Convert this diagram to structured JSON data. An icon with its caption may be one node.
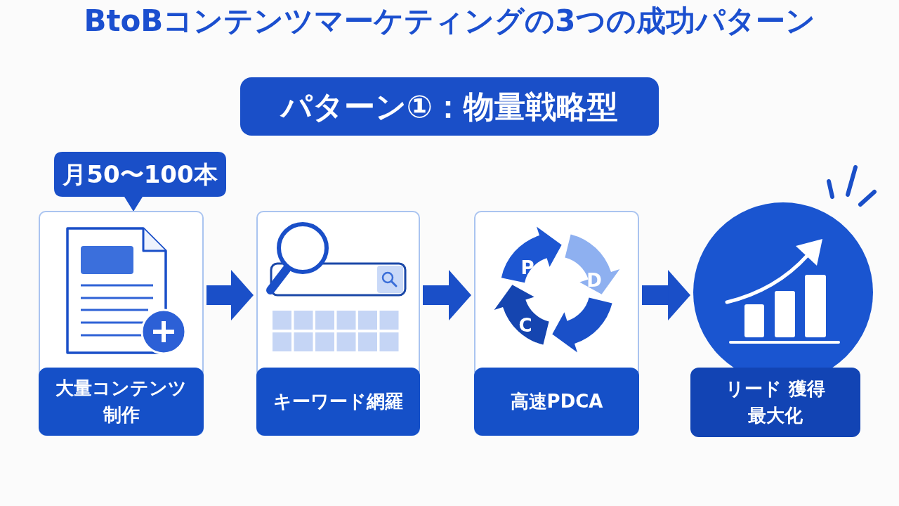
{
  "diagram": {
    "title": "BtoBコンテンツマーケティングの3つの成功パターン",
    "nodes": [
      {
        "text": [
          "パターン①：物量戦略型"
        ]
      },
      {
        "text": [
          "月50〜100本"
        ]
      },
      {
        "text": [],
        "shape": "box"
      },
      {
        "text": [
          "大量コンテンツ制作"
        ],
        "in": 2
      },
      {
        "text": [],
        "shape": "box"
      },
      {
        "text": [
          "キーワード網羅"
        ],
        "in": 4
      },
      {
        "text": [],
        "shape": "box"
      },
      {
        "text": [
          "高速PDCA"
        ],
        "in": 6
      },
      {
        "text": [],
        "shape": "circle"
      },
      {
        "text": [
          "リード 獲得最大化"
        ]
      }
    ],
    "edges": [
      {
        "from": 2,
        "to": 4,
        "arrow": "to"
      },
      {
        "from": 4,
        "to": 6,
        "arrow": "to"
      },
      {
        "from": 6,
        "to": 8,
        "arrow": "to"
      }
    ],
    "labels": [
      "P",
      "D",
      "C"
    ]
  }
}
